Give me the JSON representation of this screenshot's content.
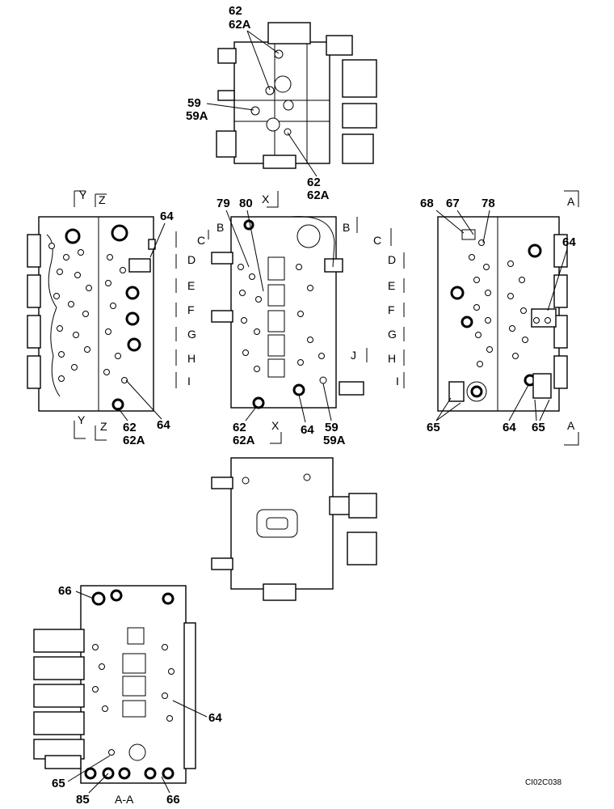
{
  "drawing_code": "CI02C038",
  "views": {
    "top": {
      "callouts": [
        "62",
        "62A",
        "59",
        "59A",
        "62",
        "62A"
      ]
    },
    "left": {
      "markers": [
        "Y",
        "Z",
        "Y",
        "Z"
      ],
      "callouts": [
        "64",
        "64",
        "62",
        "62A"
      ]
    },
    "center": {
      "markers": [
        "X",
        "X",
        "B",
        "B",
        "C",
        "C",
        "D",
        "D",
        "E",
        "E",
        "F",
        "F",
        "G",
        "G",
        "H",
        "H",
        "I",
        "I",
        "J"
      ],
      "callouts": [
        "79",
        "80",
        "62",
        "62A",
        "64",
        "59",
        "59A"
      ]
    },
    "right": {
      "markers": [
        "A",
        "A"
      ],
      "callouts": [
        "68",
        "67",
        "78",
        "64",
        "65",
        "64",
        "65"
      ]
    },
    "bottom": {
      "section_label": "A-A",
      "callouts": [
        "66",
        "64",
        "65",
        "85",
        "66"
      ]
    }
  }
}
